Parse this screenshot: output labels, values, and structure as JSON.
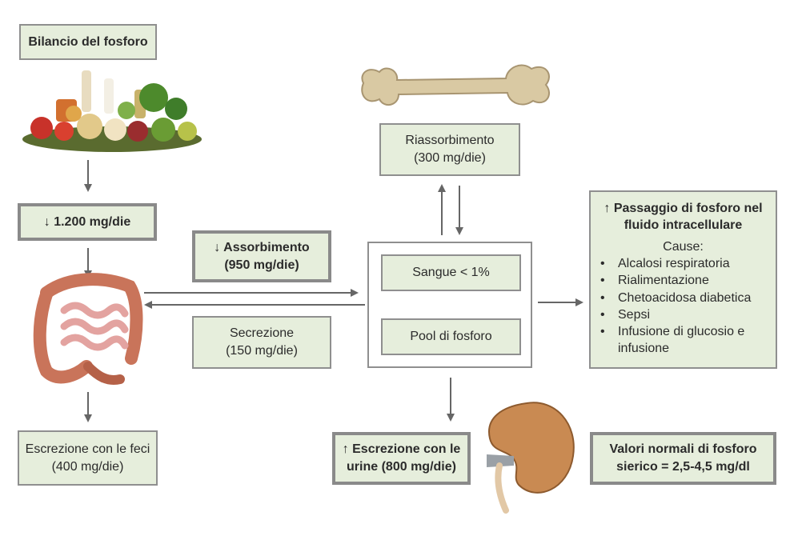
{
  "title": "Bilancio del fosforo",
  "intake": "↓ 1.200 mg/die",
  "absorption": "↓ Assorbimento (950 mg/die)",
  "secretion": "Secrezione (150 mg/die)",
  "fecal_excretion": "Escrezione con le feci (400 mg/die)",
  "reabsorption": "Riassorbimento (300 mg/die)",
  "blood": "Sangue < 1%",
  "pool": "Pool di fosforo",
  "urinary_excretion": "↑ Escrezione con le urine (800 mg/die)",
  "intracellular": {
    "title": "↑ Passaggio di fosforo nel fluido intracellulare",
    "causes_label": "Cause:",
    "causes": [
      "Alcalosi respiratoria",
      "Rialimentazione",
      "Chetoacidosa diabetica",
      "Sepsi",
      "Infusione di glucosio e infusione"
    ]
  },
  "normal_values": "Valori normali di fosforo sierico = 2,5-4,5 mg/dl",
  "colors": {
    "box_fill": "#e6eedc",
    "border": "#8f8f8f",
    "arrow": "#666666"
  },
  "illustrations": [
    "food-illustration",
    "intestine-illustration",
    "bone-illustration",
    "kidney-illustration"
  ]
}
